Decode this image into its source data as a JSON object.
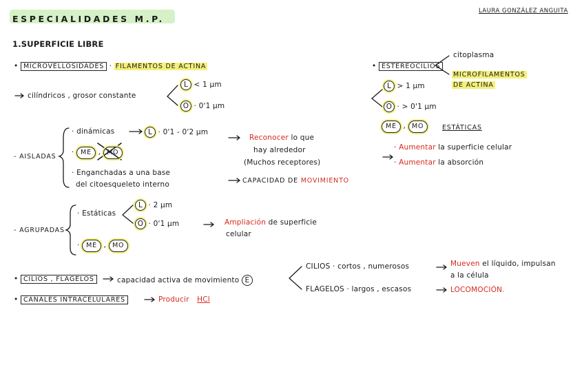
{
  "header": {
    "title": "ESPECIALIDADES M.P.",
    "author": "LAURA GONZÁLEZ ANGUITA"
  },
  "section1": {
    "title": "1.SUPERFICIE LIBRE"
  },
  "micro": {
    "label": "MICROVELLOSIDADES",
    "filaments": "FILAMENTOS DE ACTINA",
    "cylindrical": "cilíndricos , grosor constante",
    "l_letter": "L",
    "l_value": "< 1 µm",
    "o_letter": "O",
    "o_value": "0'1 µm"
  },
  "aisladas": {
    "label": "AISLADAS",
    "dynamic": "dinámicas",
    "dyn_letter": "L",
    "dyn_value": "0'1 - 0'2 µm",
    "me": "ME",
    "mo": "MO",
    "anchored_1": "Enganchadas a una base",
    "anchored_2": "del citoesqueleto interno",
    "recognize_red": "Reconocer",
    "recognize_rest": "lo que",
    "around": "hay alrededor",
    "receptors": "(Muchos receptores)",
    "move_prefix": "CAPACIDAD DE",
    "move_red": "MOVIMIENTO"
  },
  "agrupadas": {
    "label": "AGRUPADAS",
    "static": "Estáticas",
    "l_letter": "L",
    "l_value": "2 µm",
    "o_letter": "O",
    "o_value": "0'1 µm",
    "ampl_red": "Ampliación",
    "ampl_rest": "de superficie",
    "cellular": "celular",
    "me": "ME",
    "mo": "MO"
  },
  "estereocilios": {
    "label": "ESTEREOCILIOS",
    "cytoplasm": "citoplasma",
    "microfil_1": "MICROFILAMENTOS",
    "microfil_2": "DE ACTINA",
    "l_letter": "L",
    "l_value": "> 1 µm",
    "o_letter": "O",
    "o_value": "> 0'1 µm",
    "me": "ME",
    "mo": "MO",
    "static": "ESTÁTICAS",
    "inc1_red": "Aumentar",
    "inc1_rest": "la superficie celular",
    "inc2_red": "Aumentar",
    "inc2_rest": "la absorción"
  },
  "cilios": {
    "label": "CILIOS , FLAGELOS",
    "capacity": "capacidad activa de movimiento",
    "e_letter": "E",
    "cilia": "CILIOS · cortos , numerosos",
    "flagella": "FLAGELOS · largos , escasos",
    "move_red": "Mueven",
    "move_rest": "el líquido, impulsan",
    "move_cell": "a la célula",
    "loco_red": "LOCOMOCIÓN."
  },
  "canales": {
    "label": "CANALES INTRACELULARES",
    "produce_red": "Producir",
    "hcl_red": "HCl"
  }
}
